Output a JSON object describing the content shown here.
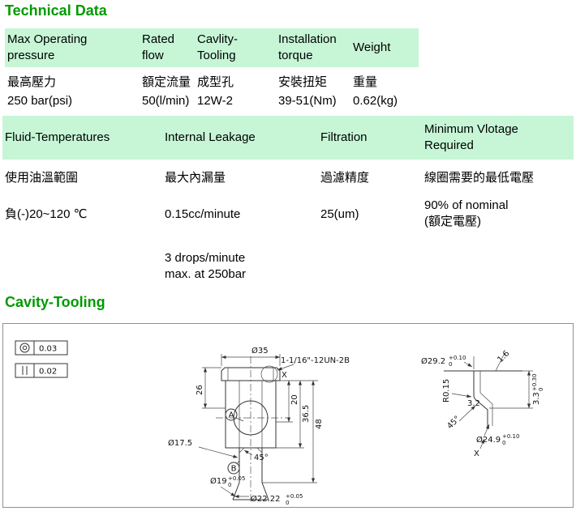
{
  "titles": {
    "technical_data": "Technical Data",
    "cavity_tooling": "Cavity-Tooling"
  },
  "table1": {
    "headers": [
      "Max Operating\npressure",
      "Rated\nflow",
      "Cavlity-\nTooling",
      "Installation\ntorque",
      "Weight"
    ],
    "row_zh": [
      "最高壓力",
      "額定流量",
      "成型孔",
      "安裝扭矩",
      "重量"
    ],
    "row_values": [
      "250 bar(psi)",
      "50(l/min)",
      "12W-2",
      "39-51(Nm)",
      "0.62(kg)"
    ]
  },
  "table2": {
    "headers": [
      "Fluid-Temperatures",
      "Internal Leakage",
      "Filtration",
      "Minimum Vlotage\nRequired"
    ],
    "row_zh": [
      "使用油溫範圍",
      "最大內漏量",
      "過濾精度",
      "線圈需要的最低電壓"
    ],
    "row_values": [
      "負(-)20~120 ℃",
      "0.15cc/minute",
      "25(um)",
      "90% of nominal\n(額定電壓)"
    ],
    "row_extra": [
      "",
      "3 drops/minute\nmax. at 250bar",
      "",
      ""
    ]
  },
  "drawing": {
    "tolerance_frames": [
      {
        "symbol": "concentricity-icon",
        "value": "0.03"
      },
      {
        "symbol": "parallelism-icon",
        "value": "0.02"
      }
    ],
    "main_view": {
      "dia_35": "Ø35",
      "thread_callout": "1-1/16\"-12UN-2B",
      "detail_mark": "X",
      "dim_26": "26",
      "dim_20": "20",
      "dim_36_5": "36.5",
      "dim_48": "48",
      "dia_17_5": "Ø17.5",
      "chamfer_45": "45°",
      "datum_a": "A",
      "datum_b": "B",
      "dia_19": "Ø19",
      "dia_19_tol_upper": "+0.05",
      "dia_19_tol_lower": "0",
      "dia_22_22": "Ø22.22",
      "dia_22_22_tol_upper": "+0.05",
      "dia_22_22_tol_lower": "0"
    },
    "detail_view": {
      "finish_1_6": "1.6",
      "dia_29_2": "Ø29.2",
      "dia_29_2_tol_upper": "+0.10",
      "dia_29_2_tol_lower": "0",
      "radius_r0_15": "R0.15",
      "finish_3_2": "3.2",
      "dim_3_3": "3.3",
      "dim_3_3_tol_upper": "+0.30",
      "dim_3_3_tol_lower": "0",
      "chamfer_45": "45°",
      "dia_24_9": "Ø24.9",
      "dia_24_9_tol_upper": "+0.10",
      "dia_24_9_tol_lower": "0",
      "detail_label": "X"
    }
  }
}
